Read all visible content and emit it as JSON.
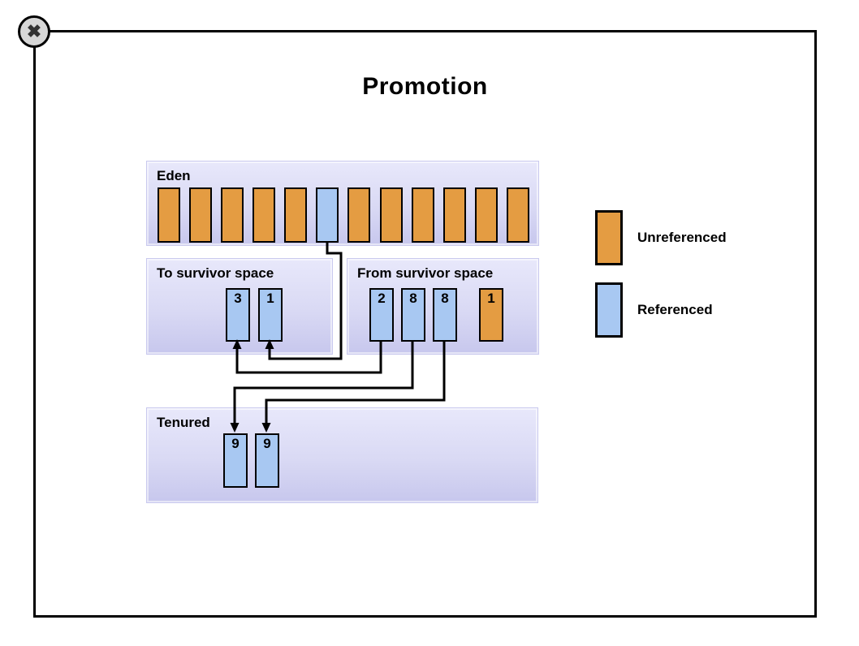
{
  "title": "Promotion",
  "icons": {
    "close": "✖"
  },
  "colors": {
    "unreferenced": "#E49C42",
    "referenced": "#A8C8F2",
    "panel_top": "#E8E8FB",
    "panel_bottom": "#C7C7ED",
    "line": "#000000"
  },
  "spaces": {
    "eden": {
      "label": "Eden",
      "blocks": [
        {
          "type": "unreferenced"
        },
        {
          "type": "unreferenced"
        },
        {
          "type": "unreferenced"
        },
        {
          "type": "unreferenced"
        },
        {
          "type": "unreferenced"
        },
        {
          "type": "referenced"
        },
        {
          "type": "unreferenced"
        },
        {
          "type": "unreferenced"
        },
        {
          "type": "unreferenced"
        },
        {
          "type": "unreferenced"
        },
        {
          "type": "unreferenced"
        },
        {
          "type": "unreferenced"
        }
      ]
    },
    "to_survivor": {
      "label": "To survivor space",
      "blocks": [
        {
          "type": "referenced",
          "value": "3"
        },
        {
          "type": "referenced",
          "value": "1"
        }
      ]
    },
    "from_survivor": {
      "label": "From survivor space",
      "blocks": [
        {
          "type": "referenced",
          "value": "2"
        },
        {
          "type": "referenced",
          "value": "8"
        },
        {
          "type": "referenced",
          "value": "8"
        },
        {
          "type": "unreferenced",
          "value": "1"
        }
      ]
    },
    "tenured": {
      "label": "Tenured",
      "blocks": [
        {
          "type": "referenced",
          "value": "9"
        },
        {
          "type": "referenced",
          "value": "9"
        }
      ]
    }
  },
  "legend": {
    "items": [
      {
        "type": "unreferenced",
        "label": "Unreferenced"
      },
      {
        "type": "referenced",
        "label": "Referenced"
      }
    ]
  },
  "connections": [
    {
      "from": "eden referenced block",
      "to": "to-survivor block 1"
    },
    {
      "from": "from-survivor block 2",
      "to": "to-survivor block 3"
    },
    {
      "from": "from-survivor first block 8",
      "to": "tenured first block 9"
    },
    {
      "from": "from-survivor second block 8",
      "to": "tenured second block 9"
    }
  ]
}
